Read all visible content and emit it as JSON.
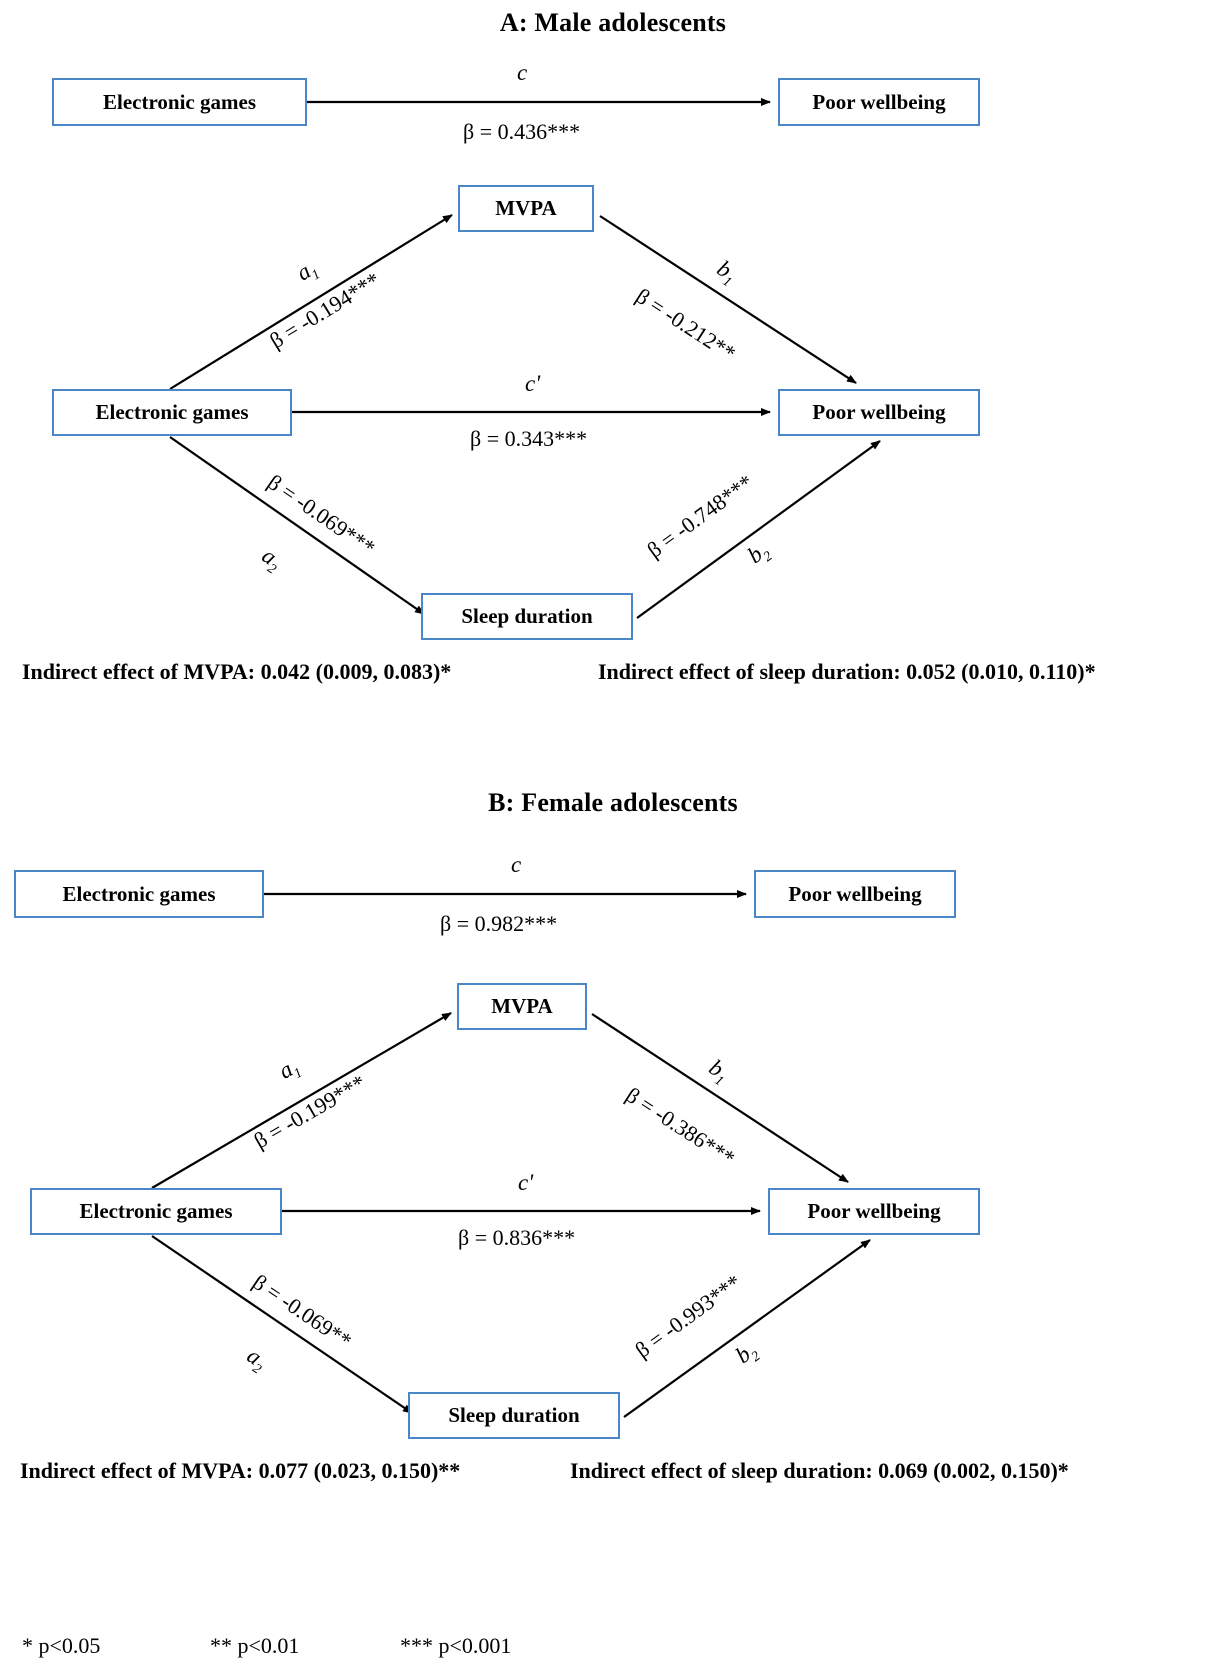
{
  "figure": {
    "panels": [
      {
        "id": "A",
        "title": "A: Male adolescents",
        "total_effect": {
          "path_label": "c",
          "coefficient": "β = 0.436***",
          "from": "Electronic games",
          "to": "Poor wellbeing"
        },
        "nodes": {
          "predictor": "Electronic games",
          "outcome": "Poor wellbeing",
          "mediator1": "MVPA",
          "mediator2": "Sleep duration"
        },
        "paths": {
          "a1": {
            "label": "a1",
            "coefficient": "β = -0.194***"
          },
          "b1": {
            "label": "b1",
            "coefficient": "β = -0.212**"
          },
          "c_prime": {
            "label": "c'",
            "coefficient": "β = 0.343***"
          },
          "a2": {
            "label": "a2",
            "coefficient": "β = -0.069***"
          },
          "b2": {
            "label": "b2",
            "coefficient": "β = -0.748***"
          }
        },
        "indirect_effects": {
          "mvpa": "Indirect effect of MVPA: 0.042 (0.009, 0.083)*",
          "sleep": "Indirect effect of sleep duration: 0.052 (0.010, 0.110)*"
        }
      },
      {
        "id": "B",
        "title": "B: Female adolescents",
        "total_effect": {
          "path_label": "c",
          "coefficient": "β = 0.982***",
          "from": "Electronic games",
          "to": "Poor wellbeing"
        },
        "nodes": {
          "predictor": "Electronic games",
          "outcome": "Poor wellbeing",
          "mediator1": "MVPA",
          "mediator2": "Sleep duration"
        },
        "paths": {
          "a1": {
            "label": "a1",
            "coefficient": "β = -0.199***"
          },
          "b1": {
            "label": "b1",
            "coefficient": "β = -0.386***"
          },
          "c_prime": {
            "label": "c'",
            "coefficient": "β = 0.836***"
          },
          "a2": {
            "label": "a2",
            "coefficient": "β = -0.069**"
          },
          "b2": {
            "label": "b2",
            "coefficient": "β = -0.993***"
          }
        },
        "indirect_effects": {
          "mvpa": "Indirect effect of MVPA: 0.077 (0.023, 0.150)**",
          "sleep": "Indirect effect of sleep duration: 0.069 (0.002, 0.150)*"
        }
      }
    ],
    "significance_legend": {
      "one_star": "* p<0.05",
      "two_star": "** p<0.01",
      "three_star": "*** p<0.001"
    },
    "colors": {
      "node_border": "#4a86c8",
      "arrow": "#000000",
      "background": "#ffffff"
    }
  },
  "chart_data": {
    "type": "diagram",
    "title": "Mediation models of electronic games and poor wellbeing",
    "models": [
      {
        "group": "Male adolescents",
        "panel": "A",
        "total_effect_c": 0.436,
        "total_effect_c_sig": "***",
        "direct_effect_c_prime": 0.343,
        "direct_effect_c_prime_sig": "***",
        "a1_mvpa": -0.194,
        "a1_sig": "***",
        "b1_mvpa": -0.212,
        "b1_sig": "**",
        "a2_sleep": -0.069,
        "a2_sig": "***",
        "b2_sleep": -0.748,
        "b2_sig": "***",
        "indirect_mvpa": 0.042,
        "indirect_mvpa_ci": [
          0.009,
          0.083
        ],
        "indirect_mvpa_sig": "*",
        "indirect_sleep": 0.052,
        "indirect_sleep_ci": [
          0.01,
          0.11
        ],
        "indirect_sleep_sig": "*"
      },
      {
        "group": "Female adolescents",
        "panel": "B",
        "total_effect_c": 0.982,
        "total_effect_c_sig": "***",
        "direct_effect_c_prime": 0.836,
        "direct_effect_c_prime_sig": "***",
        "a1_mvpa": -0.199,
        "a1_sig": "***",
        "b1_mvpa": -0.386,
        "b1_sig": "***",
        "a2_sleep": -0.069,
        "a2_sig": "**",
        "b2_sleep": -0.993,
        "b2_sig": "***",
        "indirect_mvpa": 0.077,
        "indirect_mvpa_ci": [
          0.023,
          0.15
        ],
        "indirect_mvpa_sig": "**",
        "indirect_sleep": 0.069,
        "indirect_sleep_ci": [
          0.002,
          0.15
        ],
        "indirect_sleep_sig": "*"
      }
    ]
  }
}
